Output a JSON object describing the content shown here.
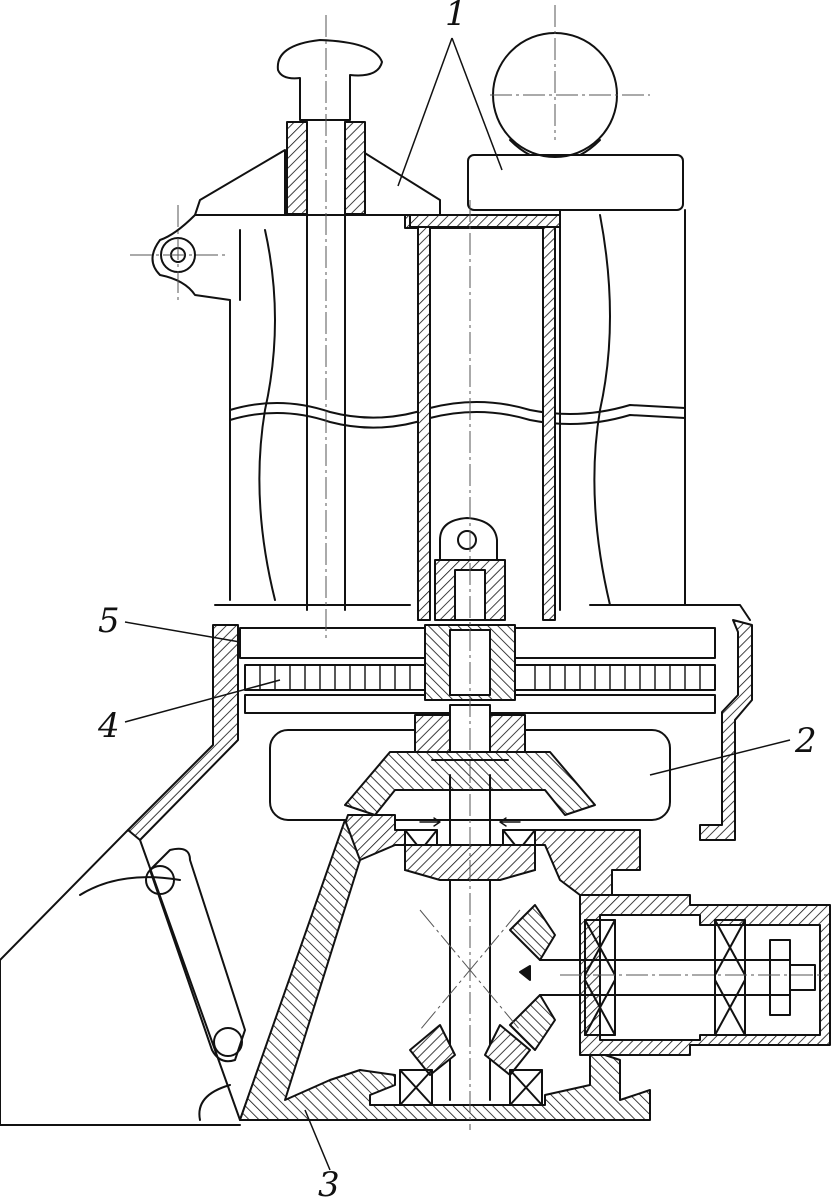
{
  "colors": {
    "ink": "#111111",
    "centerline": "#555555",
    "paper": "#ffffff"
  },
  "callouts": {
    "c1": "1",
    "c2": "2",
    "c3": "3",
    "c4": "4",
    "c5": "5"
  }
}
